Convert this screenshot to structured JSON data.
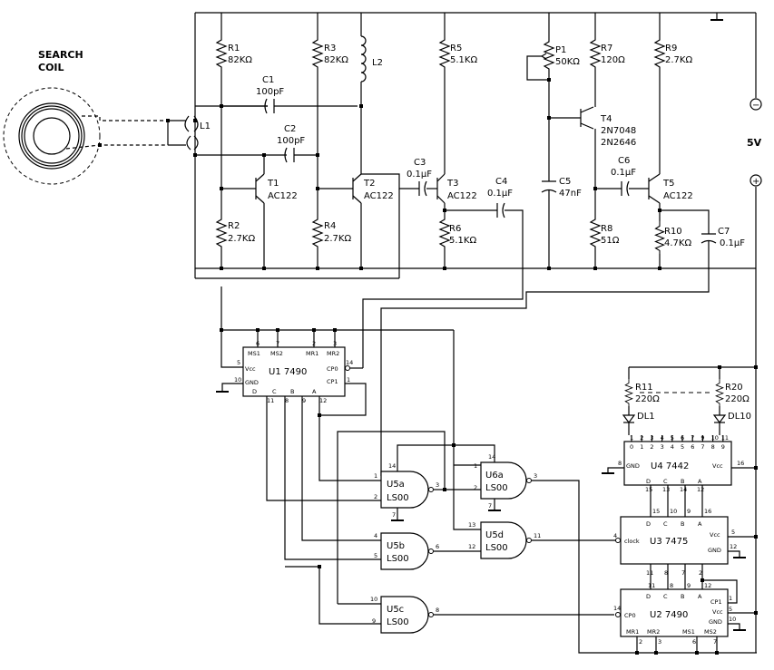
{
  "search_coil": {
    "line1": "SEARCH",
    "line2": "COIL"
  },
  "supply": {
    "label": "5V",
    "minus": "−",
    "plus": "+"
  },
  "components": {
    "L1": "L1",
    "L2": "L2",
    "R1": {
      "ref": "R1",
      "value": "82KΩ"
    },
    "R2": {
      "ref": "R2",
      "value": "2.7KΩ"
    },
    "R3": {
      "ref": "R3",
      "value": "82KΩ"
    },
    "R4": {
      "ref": "R4",
      "value": "2.7KΩ"
    },
    "R5": {
      "ref": "R5",
      "value": "5.1KΩ"
    },
    "R6": {
      "ref": "R6",
      "value": "5.1KΩ"
    },
    "R7": {
      "ref": "R7",
      "value": "120Ω"
    },
    "R8": {
      "ref": "R8",
      "value": "51Ω"
    },
    "R9": {
      "ref": "R9",
      "value": "2.7KΩ"
    },
    "R10": {
      "ref": "R10",
      "value": "4.7KΩ"
    },
    "R11": {
      "ref": "R11",
      "value": "220Ω"
    },
    "R20": {
      "ref": "R20",
      "value": "220Ω"
    },
    "P1": {
      "ref": "P1",
      "value": "50KΩ"
    },
    "C1": {
      "ref": "C1",
      "value": "100pF"
    },
    "C2": {
      "ref": "C2",
      "value": "100pF"
    },
    "C3": {
      "ref": "C3",
      "value": "0.1μF"
    },
    "C4": {
      "ref": "C4",
      "value": "0.1μF"
    },
    "C5": {
      "ref": "C5",
      "value": "47nF"
    },
    "C6": {
      "ref": "C6",
      "value": "0.1μF"
    },
    "C7": {
      "ref": "C7",
      "value": "0.1μF"
    },
    "T1": {
      "ref": "T1",
      "value": "AC122"
    },
    "T2": {
      "ref": "T2",
      "value": "AC122"
    },
    "T3": {
      "ref": "T3",
      "value": "AC122"
    },
    "T4": {
      "ref": "T4",
      "value": "2N7048",
      "alt": "2N2646"
    },
    "T5": {
      "ref": "T5",
      "value": "AC122"
    },
    "DL1": "DL1",
    "DL10": "DL10"
  },
  "chips": {
    "U1": {
      "title": "U1  7490",
      "vcc": "Vcc",
      "gnd": "GND",
      "ms1": "MS1",
      "ms2": "MS2",
      "mr1": "MR1",
      "mr2": "MR2",
      "cp0": "CP0",
      "cp1": "CP1",
      "d": "D",
      "c": "C",
      "b": "B",
      "a": "A"
    },
    "U2": {
      "title": "U2  7490",
      "cp0": "CP0",
      "cp1": "CP1",
      "vcc": "Vcc",
      "gnd": "GND",
      "mr1": "MR1",
      "mr2": "MR2",
      "ms1": "MS1",
      "ms2": "MS2",
      "d": "D",
      "c": "C",
      "b": "B",
      "a": "A"
    },
    "U3": {
      "title": "U3  7475",
      "clock": "clock",
      "vcc": "Vcc",
      "gnd": "GND",
      "d": "D",
      "c": "C",
      "b": "B",
      "a": "A"
    },
    "U4": {
      "title": "U4  7442",
      "gnd": "GND",
      "vcc": "Vcc",
      "d": "D",
      "c": "C",
      "b": "B",
      "a": "A",
      "outputs": [
        "0",
        "1",
        "2",
        "3",
        "4",
        "5",
        "6",
        "7",
        "8",
        "9"
      ]
    }
  },
  "gates": {
    "U5a": {
      "name": "U5a",
      "type": "LS00"
    },
    "U5b": {
      "name": "U5b",
      "type": "LS00"
    },
    "U5c": {
      "name": "U5c",
      "type": "LS00"
    },
    "U5d": {
      "name": "U5d",
      "type": "LS00"
    },
    "U6a": {
      "name": "U6a",
      "type": "LS00"
    }
  },
  "pins": {
    "u1_top": [
      "6",
      "7",
      "2",
      "3"
    ],
    "u1_vcc": "5",
    "u1_gnd": "10",
    "u1_cp0": "14",
    "u1_cp1": "1",
    "u1_bottom": [
      "11",
      "8",
      "9",
      "12"
    ],
    "u5a": [
      "1",
      "2",
      "3",
      "14",
      "7"
    ],
    "u6a": [
      "1",
      "2",
      "3",
      "14",
      "7"
    ],
    "u5b": [
      "4",
      "5",
      "6"
    ],
    "u5c": [
      "10",
      "9",
      "8"
    ],
    "u5d": [
      "13",
      "12",
      "11"
    ],
    "u4_top": [
      "1",
      "2",
      "3",
      "4",
      "5",
      "6",
      "7",
      "9",
      "10",
      "11"
    ],
    "u4_gnd": "8",
    "u4_vcc": "16",
    "u4_bottom": [
      "15",
      "13",
      "14",
      "12"
    ],
    "u3_top": [
      "15",
      "10",
      "9",
      "16"
    ],
    "u3_clock": "4",
    "u3_vcc": "5",
    "u3_gnd": "12",
    "u3_bottom": [
      "11",
      "8",
      "7",
      "2"
    ],
    "u2_top": [
      "11",
      "8",
      "9",
      "12"
    ],
    "u2_cp0": "14",
    "u2_right": [
      "1",
      "5",
      "10"
    ],
    "u2_bottom": [
      "2",
      "3",
      "6",
      "7"
    ]
  }
}
